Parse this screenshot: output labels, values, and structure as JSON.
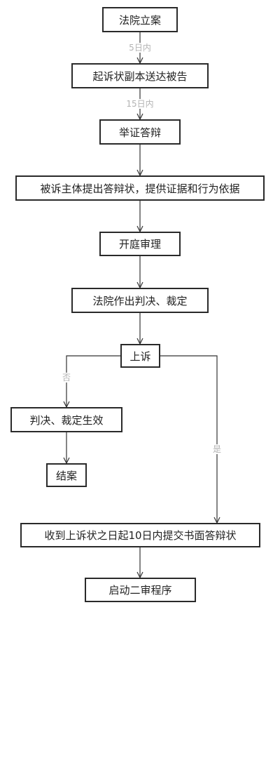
{
  "flow": {
    "nodes": {
      "court_filing": "法院立案",
      "serve_copy": "起诉状副本送达被告",
      "evidence": "举证答辩",
      "defendant_reply": "被诉主体提出答辩状，提供证据和行为依据",
      "hearing": "开庭审理",
      "judgment": "法院作出判决、裁定",
      "appeal": "上诉",
      "effective": "判决、裁定生效",
      "closed": "结案",
      "appeal_reply": "收到上诉状之日起10日内提交书面答辩状",
      "second_instance": "启动二审程序"
    },
    "edge_labels": {
      "five_days": "5日内",
      "fifteen_days": "15日内",
      "no": "否",
      "yes": "是"
    }
  }
}
